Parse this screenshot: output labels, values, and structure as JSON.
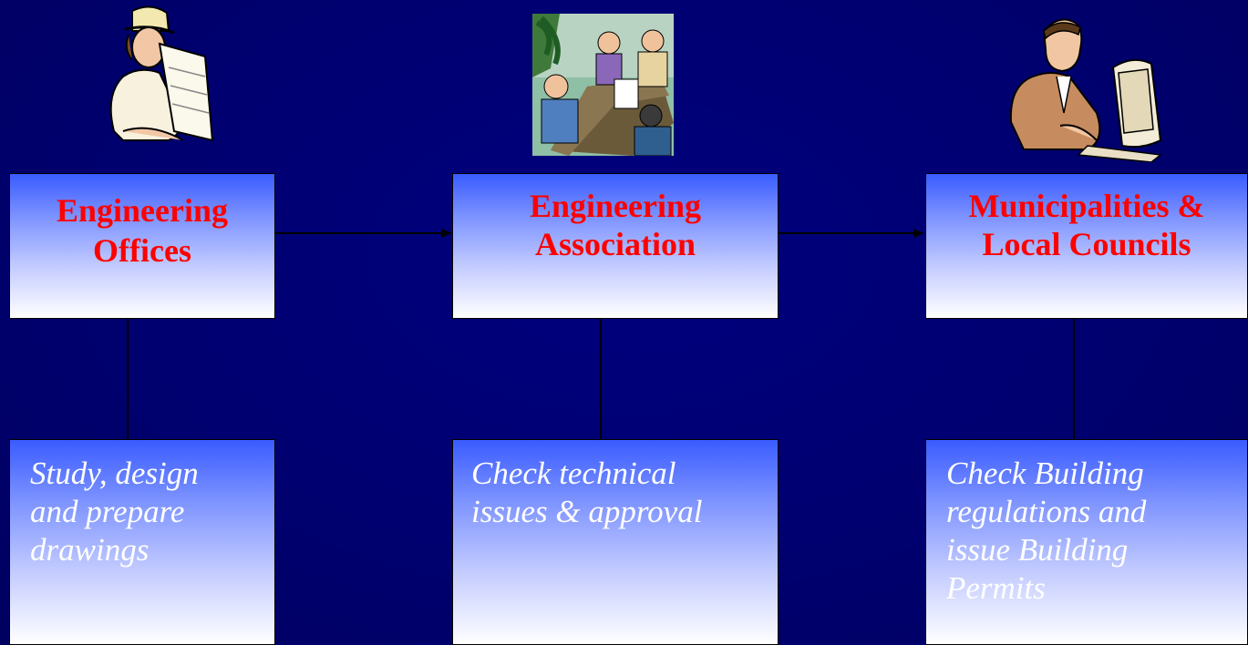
{
  "nodes": [
    {
      "title_line1": "Engineering",
      "title_line2": "Offices",
      "desc_line1": "Study, design",
      "desc_line2": "and prepare",
      "desc_line3": "drawings",
      "desc_line4": "",
      "icon": "engineer-with-blueprint-icon"
    },
    {
      "title_line1": "Engineering",
      "title_line2": "Association",
      "desc_line1": "Check technical",
      "desc_line2": "issues & approval",
      "desc_line3": "",
      "desc_line4": "",
      "icon": "meeting-icon"
    },
    {
      "title_line1": "Municipalities &",
      "title_line2": "Local Councils",
      "desc_line1": "Check Building",
      "desc_line2": "regulations and",
      "desc_line3": "issue Building",
      "desc_line4": "Permits",
      "icon": "clerk-at-computer-icon"
    }
  ],
  "colors": {
    "background": "#000070",
    "title": "#ff0000",
    "desc": "#ffffff",
    "box_top": "#3a5cff",
    "box_bottom": "#ffffff"
  }
}
